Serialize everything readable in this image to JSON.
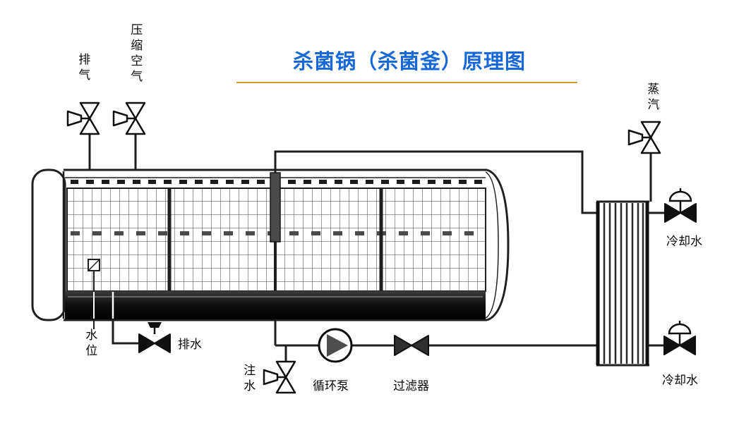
{
  "title": {
    "text": "杀菌锅（杀菌釜）原理图",
    "color": "#1668d9",
    "underline_color": "#cf9d2c"
  },
  "labels": {
    "exhaust": "排气",
    "compressed_air": "压缩空气",
    "steam": "蒸汽",
    "cooling_water_top": "冷却水",
    "cooling_water_bottom": "冷却水",
    "water_level": "水位",
    "drain": "排水",
    "water_fill": "注水",
    "circulation_pump": "循环泵",
    "filter": "过滤器"
  },
  "diagram": {
    "type": "process-schematic",
    "subject": "retort-sterilizer-principle-diagram",
    "line_color": "#1f1f1f",
    "background": "#ffffff",
    "components": [
      {
        "name": "sterilizer-vessel",
        "symbol": "horizontal-cylinder-with-basket-grid"
      },
      {
        "name": "exhaust-valve",
        "symbol": "vertical-bowtie-valve-with-handle"
      },
      {
        "name": "compressed-air-valve",
        "symbol": "vertical-bowtie-valve-with-handle"
      },
      {
        "name": "steam-valve",
        "symbol": "vertical-bowtie-valve-with-handle"
      },
      {
        "name": "water-fill-valve",
        "symbol": "vertical-bowtie-valve-with-handle"
      },
      {
        "name": "drain-valve",
        "symbol": "horizontal-bowtie-valve-top-handle"
      },
      {
        "name": "cooling-water-valve-top",
        "symbol": "bowtie-valve-round-handwheel"
      },
      {
        "name": "cooling-water-valve-bottom",
        "symbol": "bowtie-valve-round-handwheel"
      },
      {
        "name": "circulation-pump",
        "symbol": "circle-with-right-triangle"
      },
      {
        "name": "filter",
        "symbol": "filled-bowtie"
      },
      {
        "name": "heat-exchanger",
        "symbol": "vertical-plate-stack"
      },
      {
        "name": "water-level-indicator",
        "symbol": "small-square-sensor"
      }
    ]
  }
}
